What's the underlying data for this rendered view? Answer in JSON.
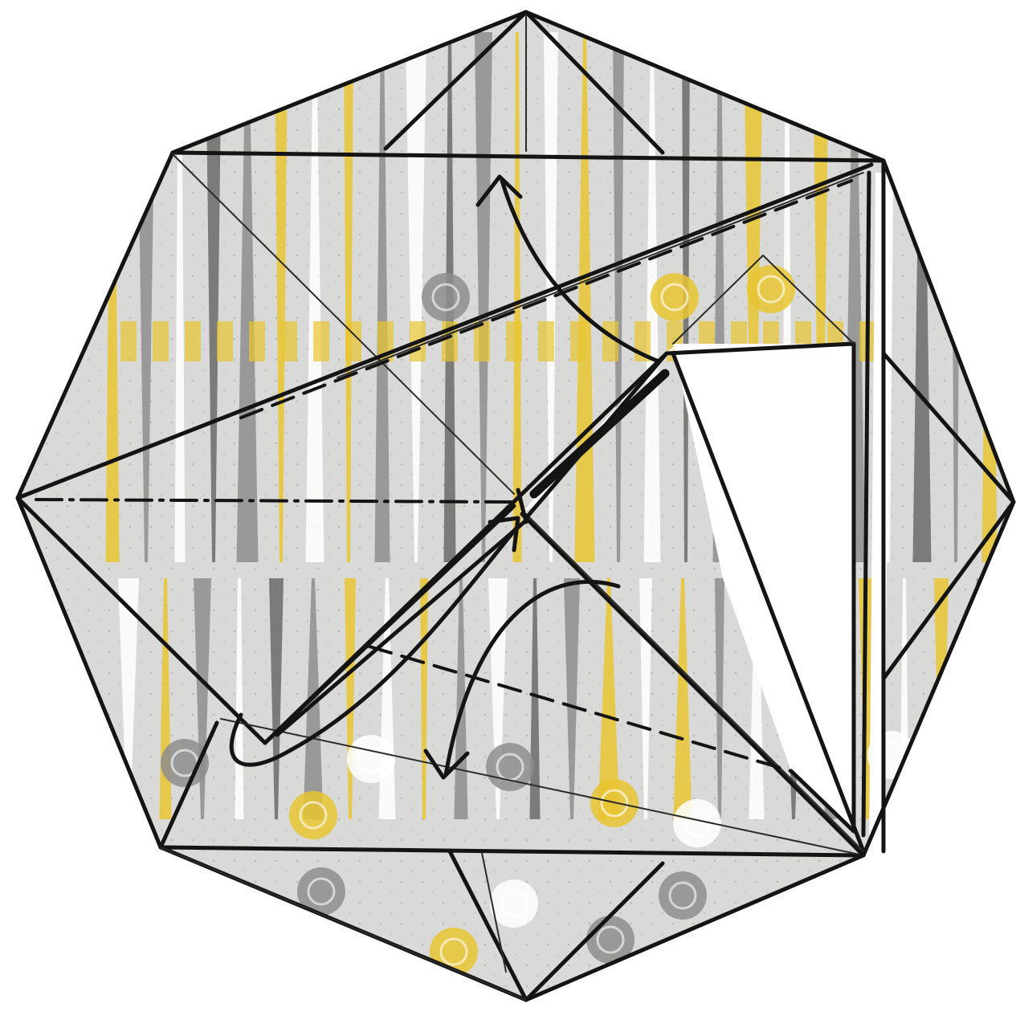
{
  "diagram": {
    "kind": "origami fold diagram",
    "paper_colors": {
      "base": "#d9d9d7",
      "stripe_yellow": "#e7c431",
      "stripe_gray": "#8d8d8d",
      "stripe_dark": "#6a6a6a",
      "white": "#ffffff",
      "line": "#141414"
    },
    "line_types": [
      "edge",
      "crease",
      "valley-fold",
      "mountain-fold"
    ],
    "arrows": [
      "fold-up-arrow",
      "fold-down-arrow",
      "squash-loop-arrow",
      "push-in-arrow"
    ]
  }
}
